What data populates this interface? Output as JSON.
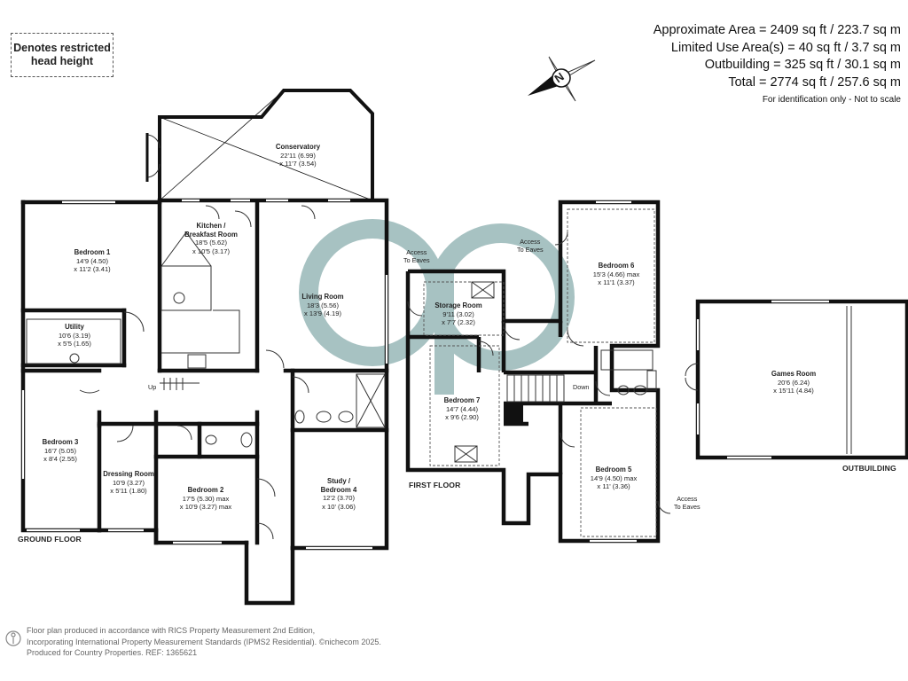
{
  "legend": {
    "line1": "Denotes restricted",
    "line2": "head height"
  },
  "areas": {
    "approx": "Approximate Area = 2409 sq ft / 223.7 sq m",
    "limited": "Limited Use Area(s) = 40 sq ft / 3.7 sq m",
    "outbuilding": "Outbuilding = 325 sq ft / 30.1 sq m",
    "total": "Total = 2774 sq ft / 257.6 sq m",
    "note": "For identification only - Not to scale"
  },
  "compass": {
    "letter": "N"
  },
  "watermark": {
    "text": "cp",
    "color": "#8aaeae"
  },
  "rooms": {
    "conservatory": {
      "name": "Conservatory",
      "d1": "22'11 (6.99)",
      "d2": "x 11'7 (3.54)"
    },
    "kitchen": {
      "name": "Kitchen /",
      "name2": "Breakfast Room",
      "d1": "18'5 (5.62)",
      "d2": "x 10'5 (3.17)"
    },
    "bedroom1": {
      "name": "Bedroom 1",
      "d1": "14'9 (4.50)",
      "d2": "x 11'2 (3.41)"
    },
    "living": {
      "name": "Living Room",
      "d1": "18'3 (5.56)",
      "d2": "x 13'9 (4.19)"
    },
    "utility": {
      "name": "Utility",
      "d1": "10'6 (3.19)",
      "d2": "x 5'5 (1.65)"
    },
    "bedroom3": {
      "name": "Bedroom 3",
      "d1": "16'7 (5.05)",
      "d2": "x 8'4 (2.55)"
    },
    "dressing": {
      "name": "Dressing Room",
      "d1": "10'9 (3.27)",
      "d2": "x 5'11 (1.80)"
    },
    "bedroom2": {
      "name": "Bedroom 2",
      "d1": "17'5 (5.30) max",
      "d2": "x 10'9 (3.27) max"
    },
    "study": {
      "name": "Study /",
      "name2": "Bedroom 4",
      "d1": "12'2 (3.70)",
      "d2": "x 10' (3.06)"
    },
    "storage": {
      "name": "Storage Room",
      "d1": "9'11 (3.02)",
      "d2": "x 7'7 (2.32)"
    },
    "bedroom6": {
      "name": "Bedroom 6",
      "d1": "15'3 (4.66) max",
      "d2": "x 11'1 (3.37)"
    },
    "bedroom7": {
      "name": "Bedroom 7",
      "d1": "14'7 (4.44)",
      "d2": "x 9'6 (2.90)"
    },
    "bedroom5": {
      "name": "Bedroom 5",
      "d1": "14'9 (4.50) max",
      "d2": "x 11' (3.36)"
    },
    "games": {
      "name": "Games Room",
      "d1": "20'6 (6.24)",
      "d2": "x 15'11 (4.84)"
    }
  },
  "annotations": {
    "access_eaves": "Access\nTo Eaves",
    "up": "Up",
    "down": "Down"
  },
  "floors": {
    "ground": "GROUND FLOOR",
    "first": "FIRST FLOOR",
    "outbuilding": "OUTBUILDING"
  },
  "footer": {
    "line1": "Floor plan produced in accordance with RICS Property Measurement 2nd Edition,",
    "line2": "Incorporating International Property Measurement Standards (IPMS2 Residential).",
    "copyright": "©nichecom 2025.",
    "line3": "Produced for Country Properties.",
    "ref": "REF: 1365621"
  }
}
